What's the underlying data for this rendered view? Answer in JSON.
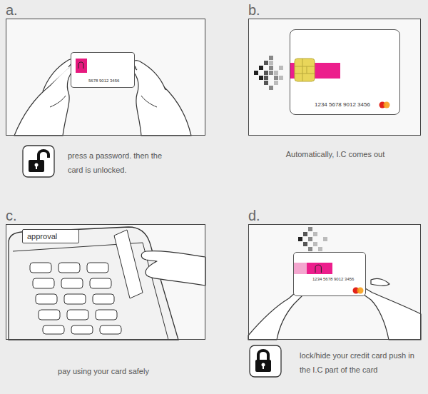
{
  "diagram": {
    "nodes": [
      {
        "text": [
          "a."
        ]
      },
      {
        "text": [
          "5678 9012 3456"
        ],
        "in": 0
      },
      {
        "text": [
          "b."
        ]
      },
      {
        "text": [
          "1234 5678 9012 3456"
        ],
        "in": 2
      },
      {
        "text": [
          "c."
        ]
      },
      {
        "text": [
          "approval"
        ],
        "in": 4
      },
      {
        "text": [
          "d."
        ]
      },
      {
        "text": [
          "1234 5678 9012 3456"
        ],
        "in": 6
      }
    ],
    "labels": [
      "press a password. then the card is unlocked.",
      "Automatically, I.C comes out",
      "pay using your card safely",
      "lock/hide your credit card push in the I.C part of the card"
    ]
  }
}
